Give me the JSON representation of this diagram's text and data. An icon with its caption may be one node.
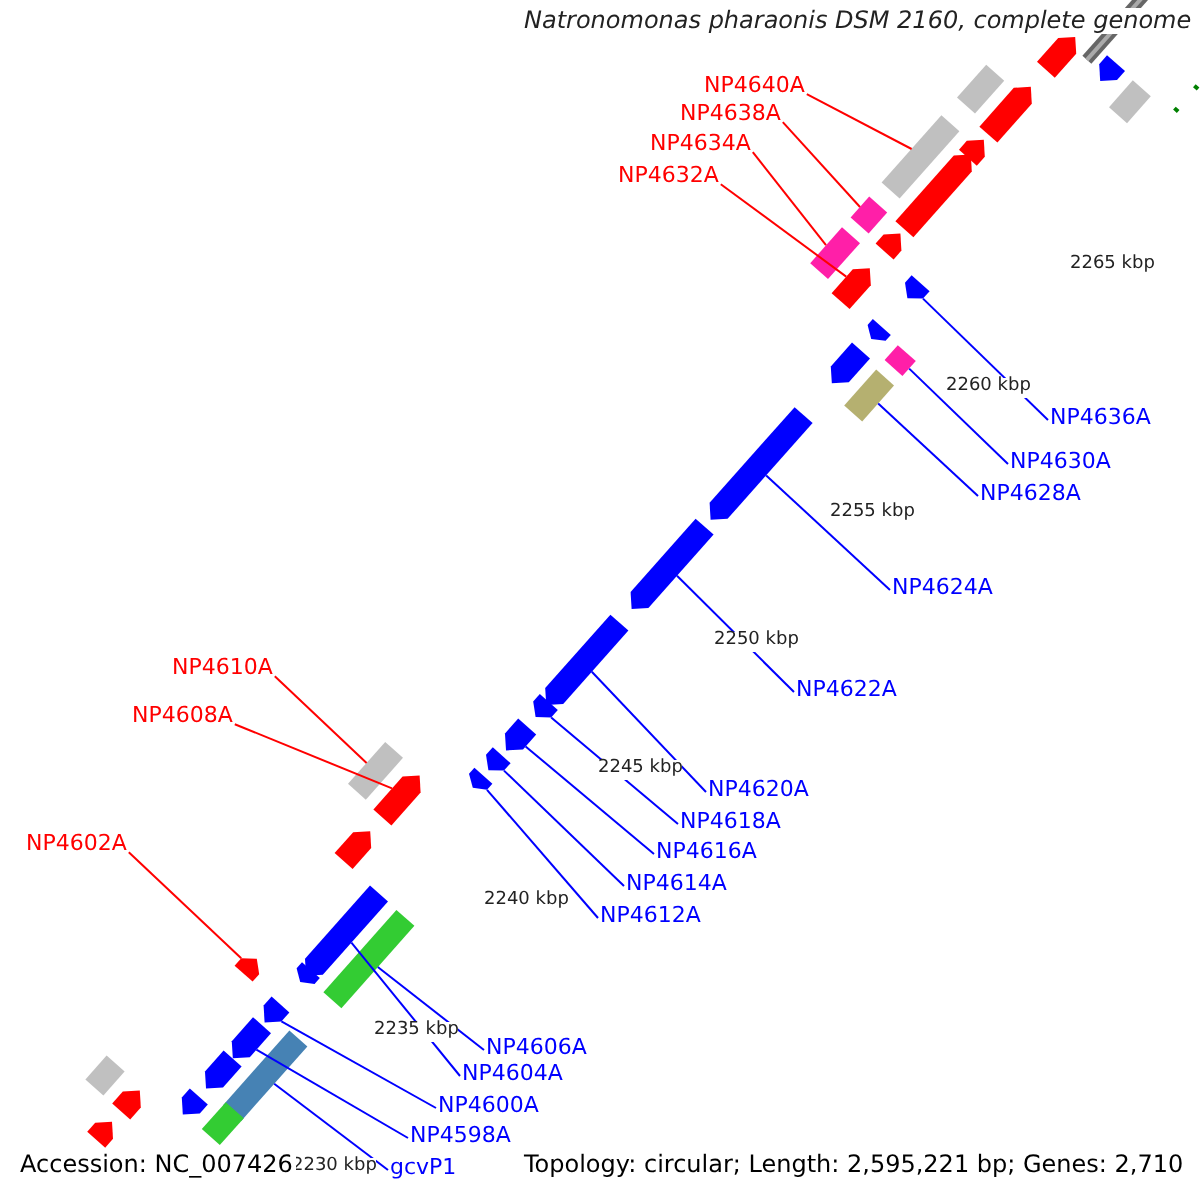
{
  "diagram": {
    "title": "Natronomonas pharaonis DSM 2160, complete genome",
    "nodes": [
      {
        "text": [
          "NP4640A"
        ]
      },
      {
        "text": [],
        "shape": "bar"
      },
      {
        "text": [
          "NP4638A"
        ]
      },
      {
        "text": [],
        "shape": "bar"
      },
      {
        "text": [
          "NP4634A"
        ]
      },
      {
        "text": [],
        "shape": "bar"
      },
      {
        "text": [
          "NP4632A"
        ]
      },
      {
        "text": [],
        "shape": "pentagon"
      },
      {
        "text": [
          "NP4636A"
        ]
      },
      {
        "text": [],
        "shape": "pentagon"
      },
      {
        "text": [
          "NP4630A"
        ]
      },
      {
        "text": [],
        "shape": "bar"
      },
      {
        "text": [
          "NP4628A"
        ]
      },
      {
        "text": [],
        "shape": "bar"
      },
      {
        "text": [
          "NP4624A"
        ]
      },
      {
        "text": [],
        "shape": "pentagon"
      },
      {
        "text": [
          "NP4622A"
        ]
      },
      {
        "text": [],
        "shape": "pentagon"
      },
      {
        "text": [
          "NP4610A"
        ]
      },
      {
        "text": [],
        "shape": "bar"
      },
      {
        "text": [
          "NP4608A"
        ]
      },
      {
        "text": [],
        "shape": "pentagon"
      },
      {
        "text": [
          "NP4620A"
        ]
      },
      {
        "text": [],
        "shape": "pentagon"
      },
      {
        "text": [
          "NP4618A"
        ]
      },
      {
        "text": [],
        "shape": "pentagon"
      },
      {
        "text": [
          "NP4616A"
        ]
      },
      {
        "text": [],
        "shape": "pentagon"
      },
      {
        "text": [
          "NP4614A"
        ]
      },
      {
        "text": [],
        "shape": "pentagon"
      },
      {
        "text": [
          "NP4612A"
        ]
      },
      {
        "text": [],
        "shape": "pentagon"
      },
      {
        "text": [
          "NP4602A"
        ]
      },
      {
        "text": [],
        "shape": "pentagon"
      },
      {
        "text": [
          "NP4606A"
        ]
      },
      {
        "text": [],
        "shape": "bar"
      },
      {
        "text": [
          "NP4604A"
        ]
      },
      {
        "text": [],
        "shape": "pentagon"
      },
      {
        "text": [
          "NP4600A"
        ]
      },
      {
        "text": [],
        "shape": "pentagon"
      },
      {
        "text": [
          "NP4598A"
        ]
      },
      {
        "text": [],
        "shape": "pentagon"
      },
      {
        "text": [
          "gcvP1"
        ]
      },
      {
        "text": [],
        "shape": "bar"
      },
      {
        "text": [],
        "shape": "pentagon"
      },
      {
        "text": [],
        "shape": "bar"
      },
      {
        "text": [],
        "shape": "pentagon"
      },
      {
        "text": [],
        "shape": "bar"
      },
      {
        "text": [],
        "shape": "pentagon"
      },
      {
        "text": [],
        "shape": "pentagon"
      },
      {
        "text": [],
        "shape": "pentagon"
      },
      {
        "text": [],
        "shape": "pentagon"
      },
      {
        "text": [],
        "shape": "pentagon"
      },
      {
        "text": [],
        "shape": "pentagon"
      },
      {
        "text": [],
        "shape": "pentagon"
      },
      {
        "text": [],
        "shape": "pentagon"
      },
      {
        "text": [],
        "shape": "pentagon"
      },
      {
        "text": [],
        "shape": "bar"
      },
      {
        "text": [],
        "shape": "pentagon"
      },
      {
        "text": [],
        "shape": "pentagon"
      },
      {
        "text": [],
        "shape": "bar"
      },
      {
        "text": [],
        "shape": "pentagon"
      }
    ],
    "edges": [
      {
        "from": 0,
        "to": 1,
        "arrow": "none",
        "color": "#ff0000"
      },
      {
        "from": 2,
        "to": 3,
        "arrow": "none",
        "color": "#ff0000"
      },
      {
        "from": 4,
        "to": 5,
        "arrow": "none",
        "color": "#ff0000"
      },
      {
        "from": 6,
        "to": 7,
        "arrow": "none",
        "color": "#ff0000"
      },
      {
        "from": 8,
        "to": 9,
        "arrow": "none"
      },
      {
        "from": 10,
        "to": 11,
        "arrow": "none"
      },
      {
        "from": 12,
        "to": 13,
        "arrow": "none"
      },
      {
        "from": 14,
        "to": 15,
        "arrow": "none"
      },
      {
        "from": 16,
        "to": 17,
        "arrow": "none"
      },
      {
        "from": 18,
        "to": 19,
        "arrow": "none",
        "color": "#ff0000"
      },
      {
        "from": 20,
        "to": 21,
        "arrow": "none",
        "color": "#ff0000"
      },
      {
        "from": 22,
        "to": 23,
        "arrow": "none"
      },
      {
        "from": 24,
        "to": 25,
        "arrow": "none"
      },
      {
        "from": 26,
        "to": 27,
        "arrow": "none"
      },
      {
        "from": 28,
        "to": 29,
        "arrow": "none"
      },
      {
        "from": 30,
        "to": 31,
        "arrow": "none"
      },
      {
        "from": 32,
        "to": 33,
        "arrow": "none",
        "color": "#ff0000"
      },
      {
        "from": 34,
        "to": 35,
        "arrow": "none"
      },
      {
        "from": 36,
        "to": 37,
        "arrow": "none"
      },
      {
        "from": 38,
        "to": 39,
        "arrow": "none"
      },
      {
        "from": 40,
        "to": 41,
        "arrow": "none"
      },
      {
        "from": 42,
        "to": 43,
        "arrow": "none"
      }
    ],
    "labels": [
      "2265 kbp",
      "2260 kbp",
      "2255 kbp",
      "2250 kbp",
      "2245 kbp",
      "2240 kbp",
      "2235 kbp",
      "2230 kbp",
      "Accession: NC_007426",
      "Topology: circular; Length: 2,595,221 bp; Genes: 2,710"
    ]
  }
}
